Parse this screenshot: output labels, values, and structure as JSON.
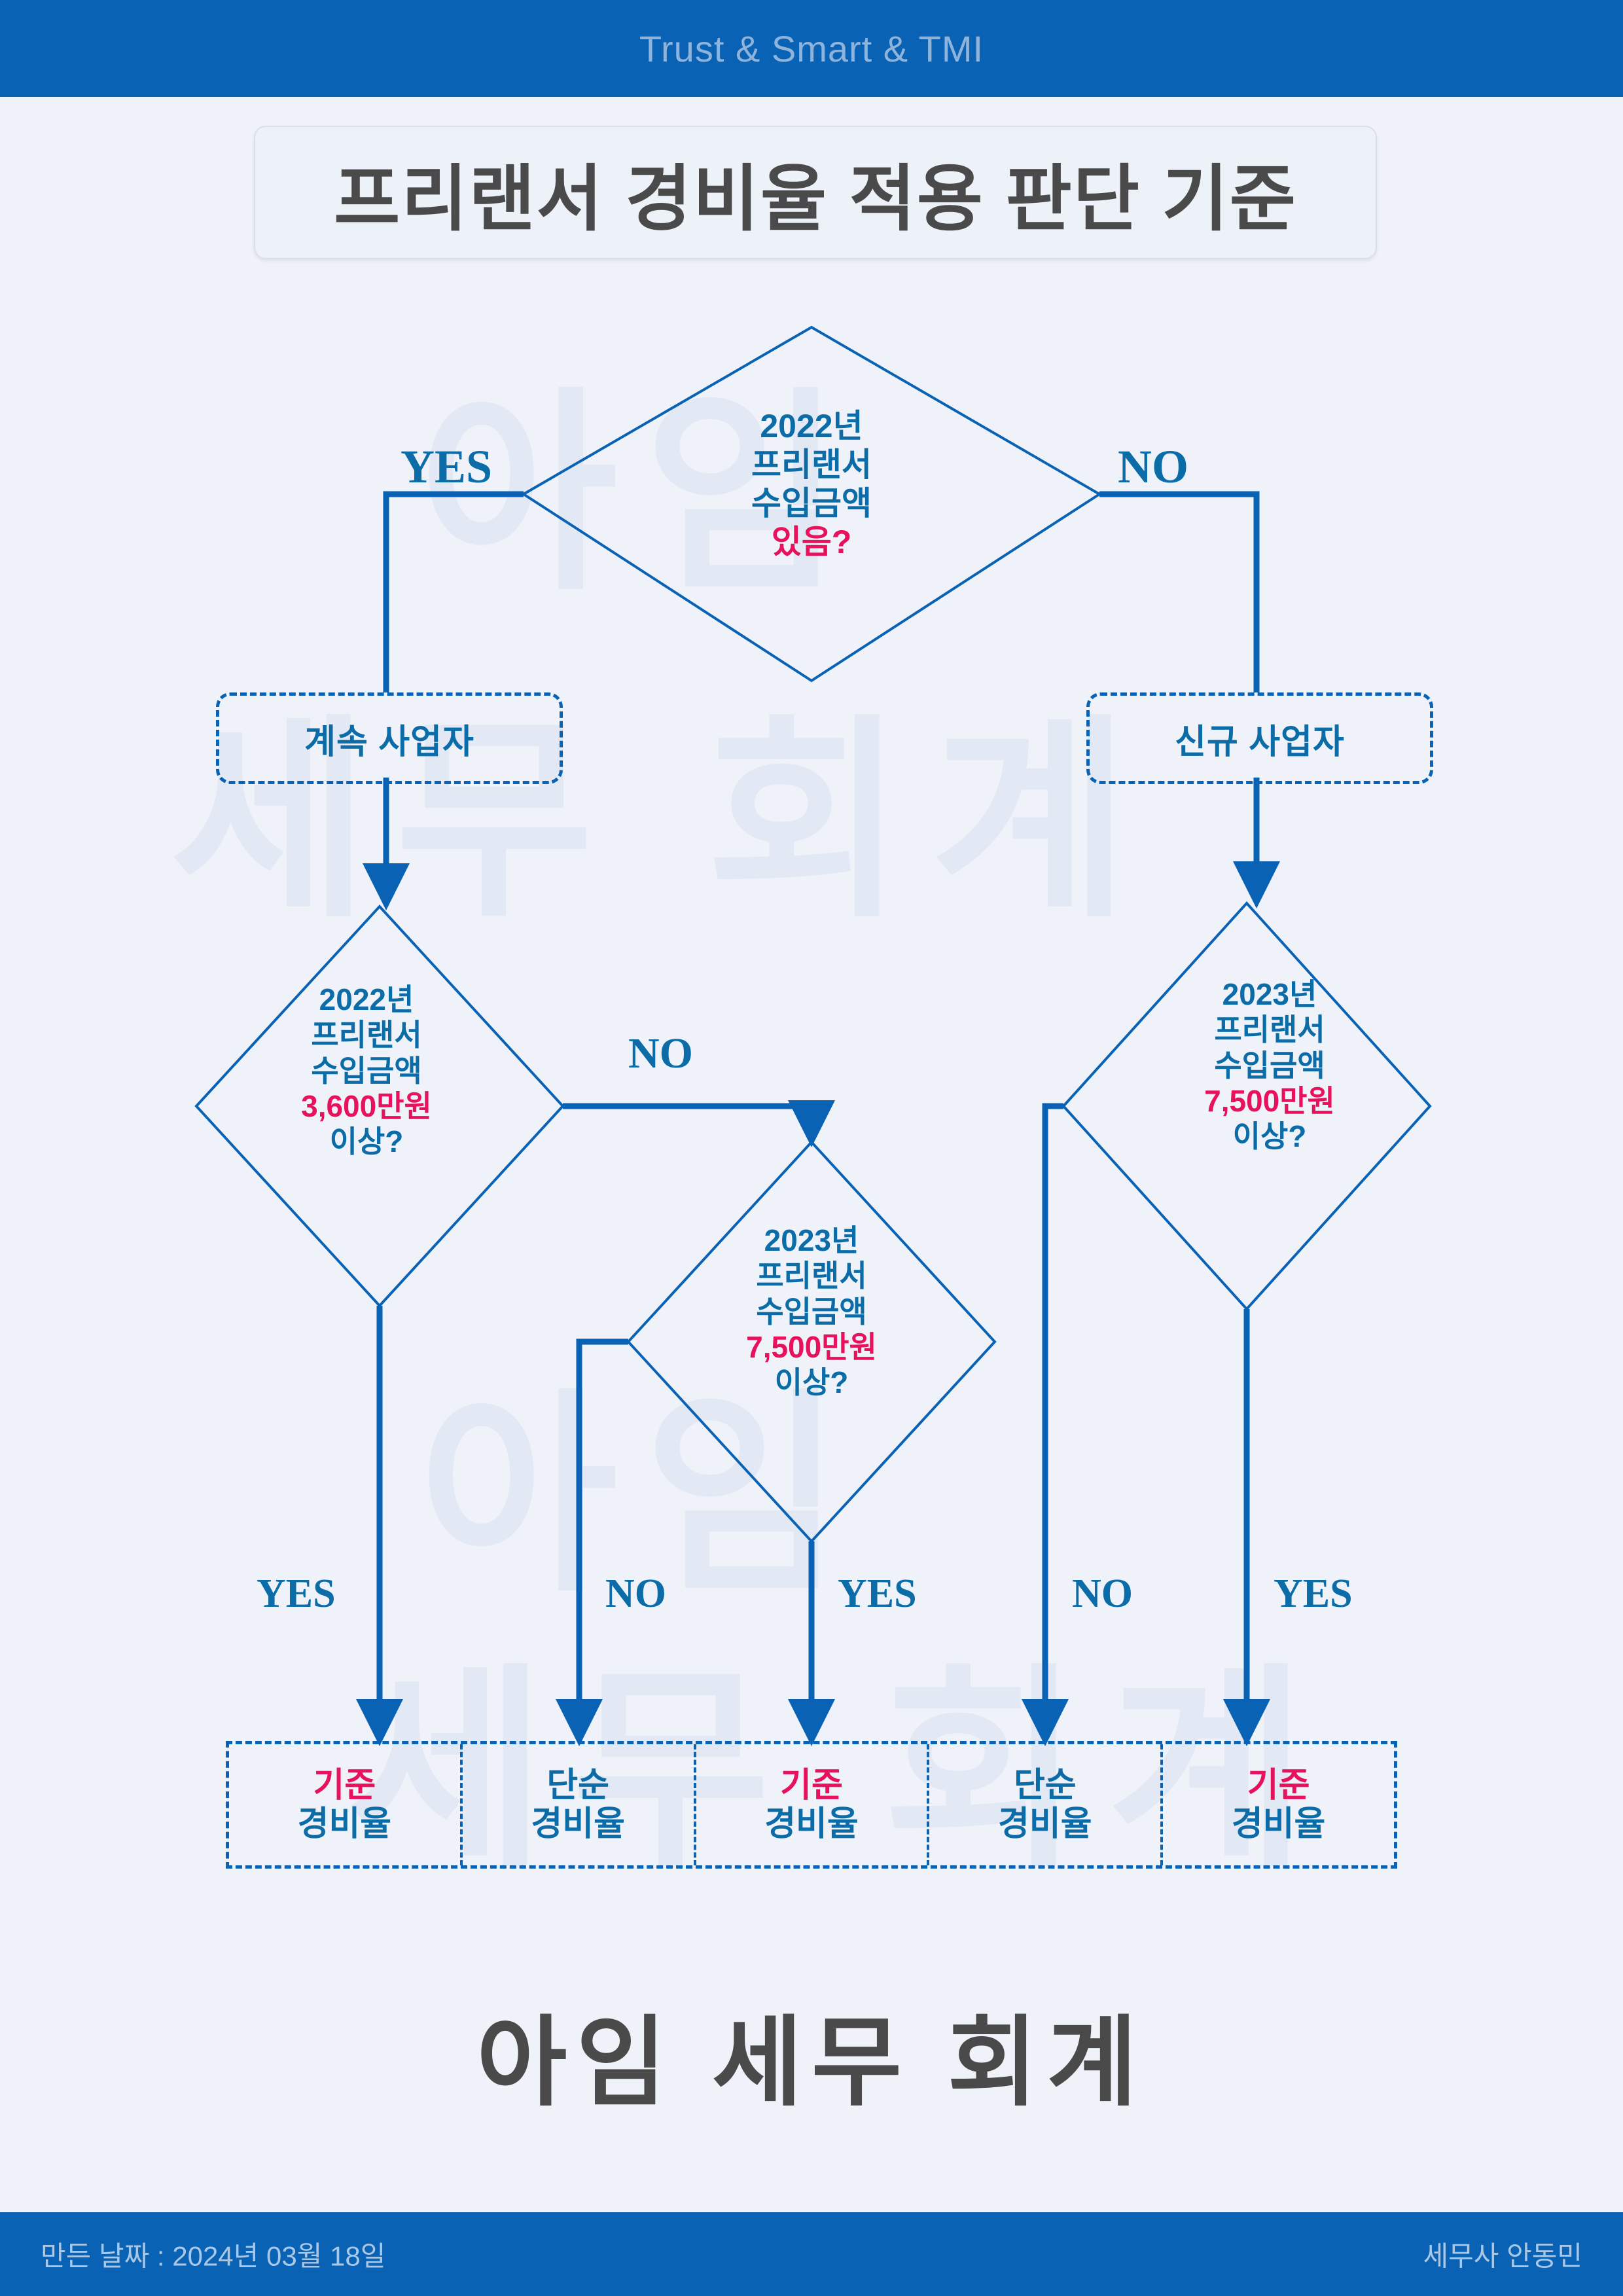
{
  "header": {
    "tagline": "Trust & Smart & TMI"
  },
  "title": {
    "text": "프리랜서 경비율 적용 판단 기준"
  },
  "watermark": {
    "line1": "아임",
    "line2": "세무 회계",
    "line3": "아임",
    "line4": "세무 회계"
  },
  "brand": {
    "name": "아임 세무 회계"
  },
  "footer": {
    "created": "만든 날짜 : 2024년 03월 18일",
    "author": "세무사  안동민"
  },
  "colors": {
    "bar_blue": "#0a62b4",
    "text_blue": "#0b6ca8",
    "accent_pink": "#e8115b",
    "page_bg": "#eff3f9",
    "title_gray": "#4a4a4a"
  },
  "flow": {
    "decisions": [
      {
        "id": "d1",
        "lines": [
          "2022년",
          "프리랜서",
          "수입금액"
        ],
        "highlight": "있음?"
      },
      {
        "id": "d2",
        "lines": [
          "2022년",
          "프리랜서",
          "수입금액"
        ],
        "highlight": "3,600만원",
        "tail": "이상?"
      },
      {
        "id": "d3",
        "lines": [
          "2023년",
          "프리랜서",
          "수입금액"
        ],
        "highlight": "7,500만원",
        "tail": "이상?"
      },
      {
        "id": "d4",
        "lines": [
          "2023년",
          "프리랜서",
          "수입금액"
        ],
        "highlight": "7,500만원",
        "tail": "이상?"
      }
    ],
    "process": [
      {
        "id": "p_left",
        "label": "계속 사업자"
      },
      {
        "id": "p_right",
        "label": "신규 사업자"
      }
    ],
    "edge_labels": {
      "top_yes": "YES",
      "top_no": "NO",
      "d2_no": "NO",
      "r1_yes": "YES",
      "r2_no": "NO",
      "r3_yes": "YES",
      "r4_no": "NO",
      "r5_yes": "YES"
    },
    "results": [
      {
        "id": "r1",
        "word1": "기준",
        "word1_color": "pink",
        "word2": "경비율"
      },
      {
        "id": "r2",
        "word1": "단순",
        "word1_color": "blue",
        "word2": "경비율"
      },
      {
        "id": "r3",
        "word1": "기준",
        "word1_color": "pink",
        "word2": "경비율"
      },
      {
        "id": "r4",
        "word1": "단순",
        "word1_color": "blue",
        "word2": "경비율"
      },
      {
        "id": "r5",
        "word1": "기준",
        "word1_color": "pink",
        "word2": "경비율"
      }
    ]
  }
}
